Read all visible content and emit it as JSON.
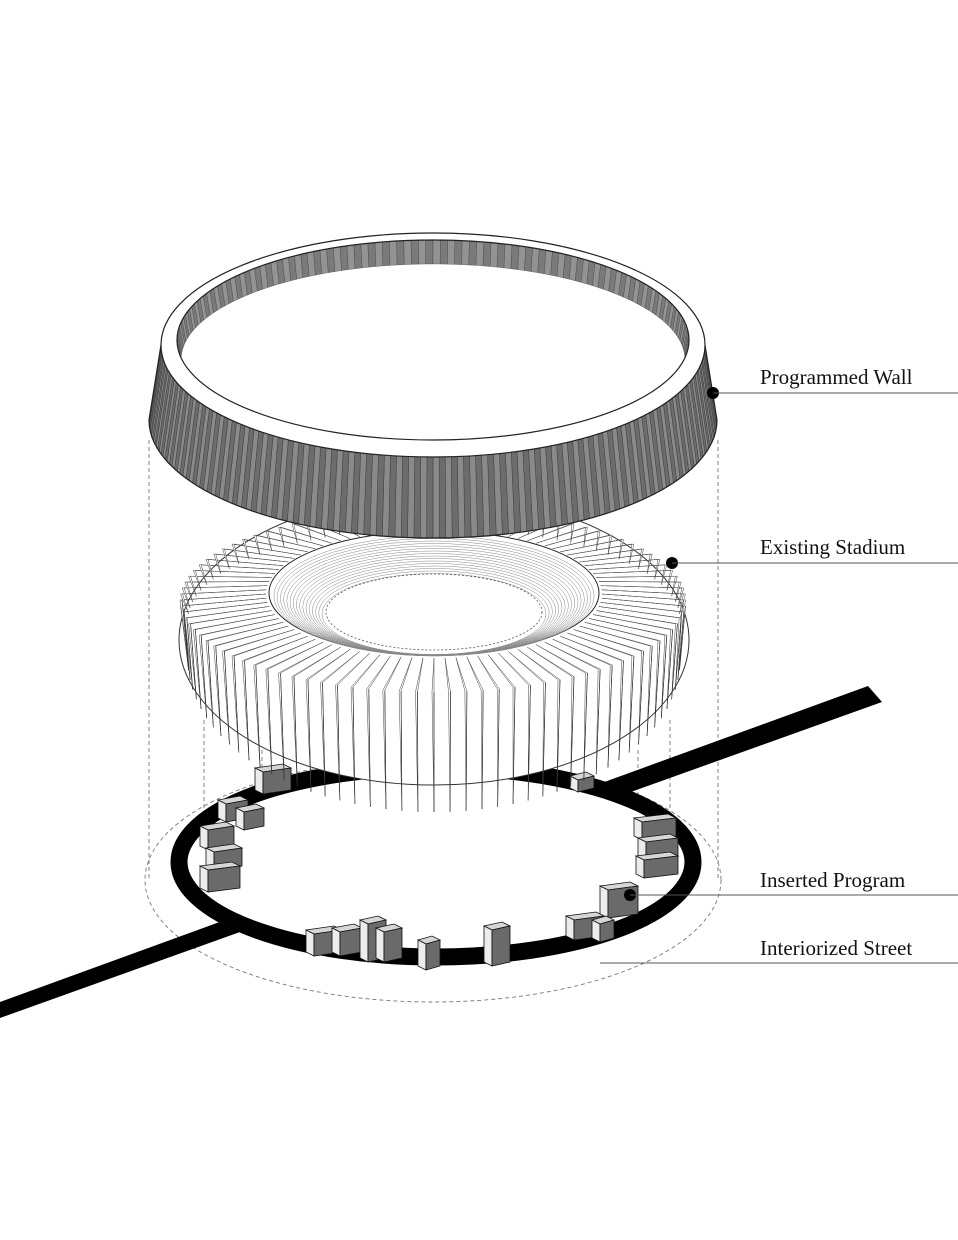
{
  "labels": {
    "programmed_wall": "Programmed Wall",
    "existing_stadium": "Existing Stadium",
    "inserted_program": "Inserted Program",
    "interiorized_street": "Interiorized Street"
  },
  "colors": {
    "ink": "#000000",
    "wall_fill": "#6f6f6f",
    "block_dark": "#6a6a6a",
    "block_light": "#d6d6d6",
    "paper": "#ffffff"
  }
}
